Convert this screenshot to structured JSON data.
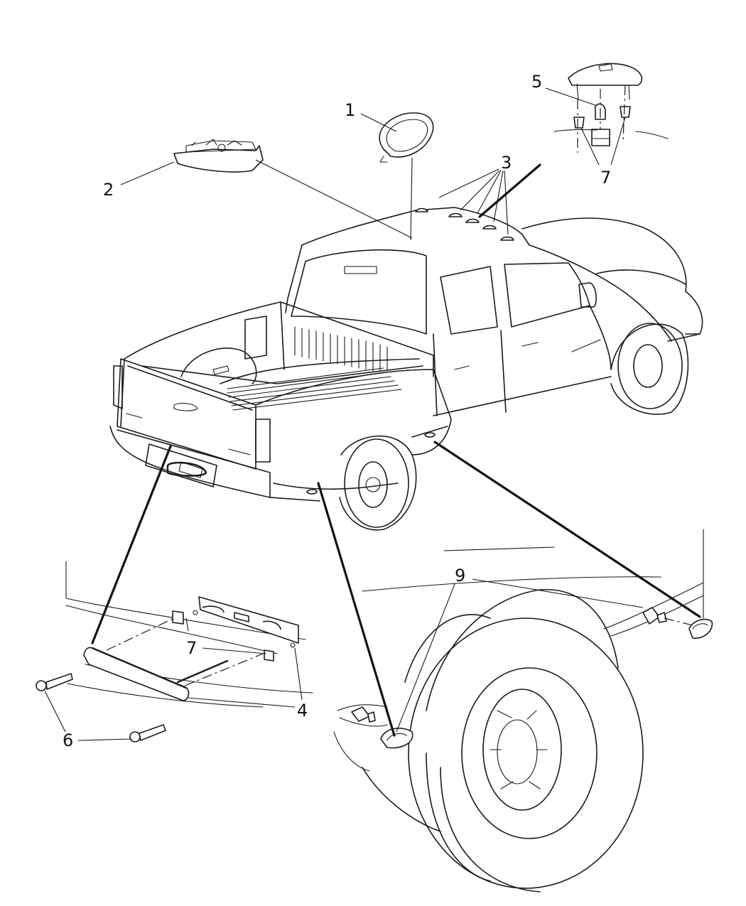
{
  "callouts": {
    "c1": "1",
    "c2": "2",
    "c3": "3",
    "c4": "4",
    "c5": "5",
    "c6": "6",
    "c7a": "7",
    "c7b": "7",
    "c9": "9"
  },
  "icons": {
    "truck": "pickup-truck-illustration",
    "lamp": "clearance-lamp-icon",
    "screw": "screw-icon"
  }
}
